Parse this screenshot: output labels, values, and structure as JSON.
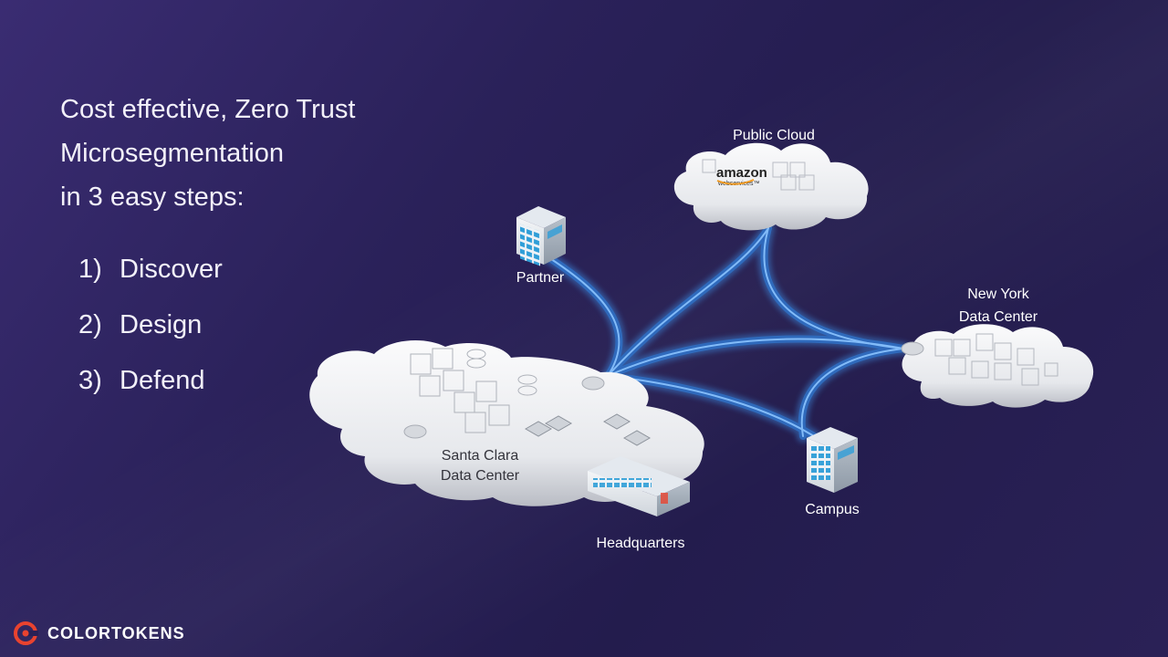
{
  "headline": {
    "lines": [
      "Cost effective, Zero Trust",
      "Microsegmentation",
      "in 3 easy steps:"
    ]
  },
  "steps": [
    {
      "num": "1)",
      "label": "Discover"
    },
    {
      "num": "2)",
      "label": "Design"
    },
    {
      "num": "3)",
      "label": "Defend"
    }
  ],
  "nodes": {
    "public_cloud": {
      "label": "Public Cloud",
      "brand": "amazon",
      "brand_sub": "webservices™"
    },
    "partner": {
      "label": "Partner"
    },
    "new_york": {
      "line1": "New York",
      "line2": "Data Center"
    },
    "santa_clara": {
      "line1": "Santa Clara",
      "line2": "Data Center"
    },
    "campus": {
      "label": "Campus"
    },
    "headquarters": {
      "label": "Headquarters"
    }
  },
  "logo": {
    "text": "COLORTOKENS"
  },
  "colors": {
    "accent_orange": "#e9432f",
    "link_blue": "#3d8fe6",
    "cloud_white": "#f2f3f5",
    "aws_orange": "#f29a1f"
  }
}
